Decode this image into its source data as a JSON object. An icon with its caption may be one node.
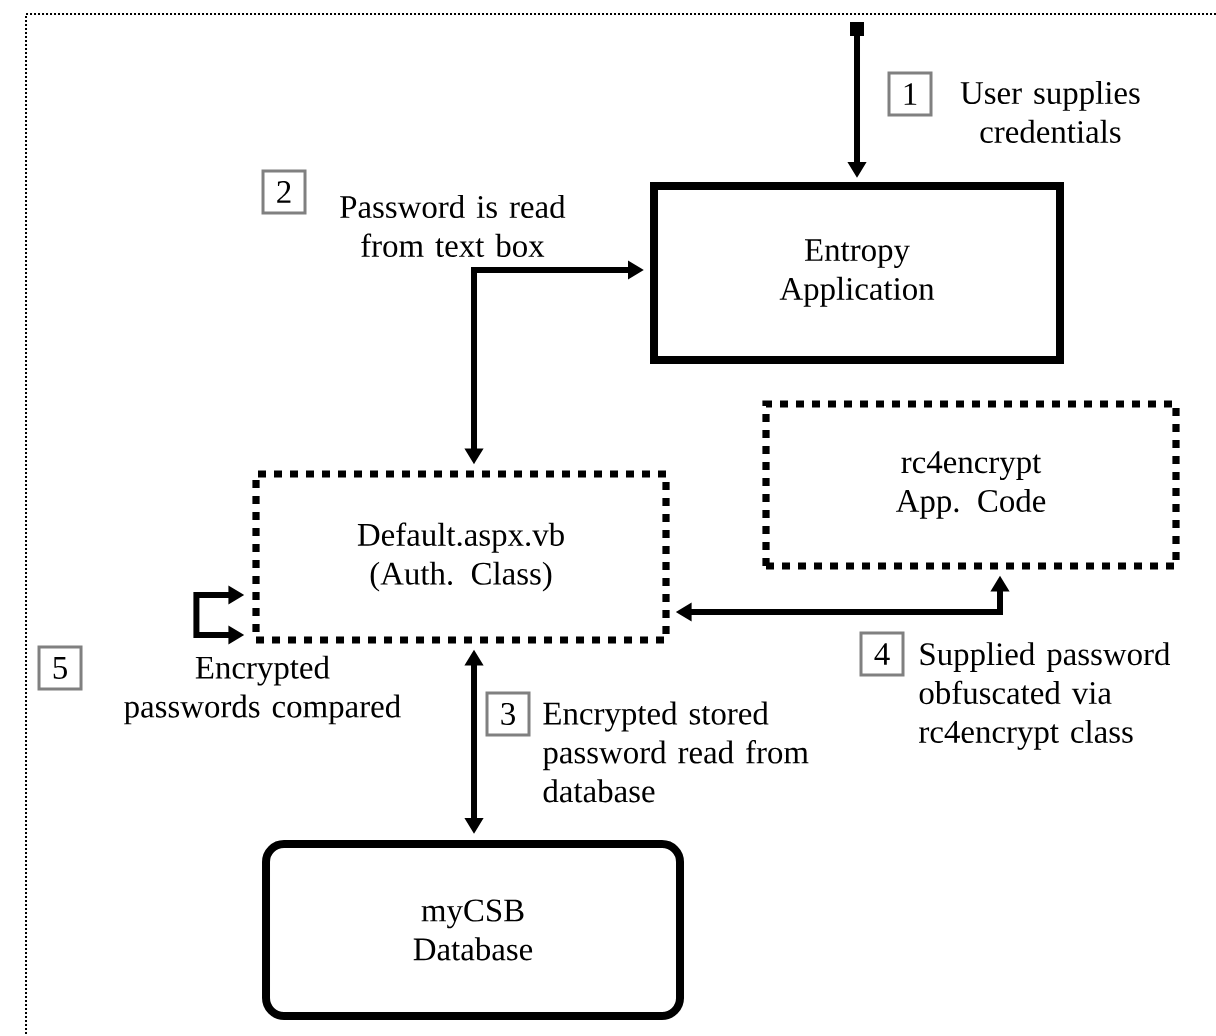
{
  "diagram": {
    "nodes": [
      {
        "text": [
          "Entropy Application"
        ]
      },
      {
        "text": [
          "rc4encrypt App. Code"
        ]
      },
      {
        "text": [
          "Default.aspx.vb (Auth. Class)"
        ]
      },
      {
        "text": [
          "myCSB Database"
        ]
      }
    ],
    "edges": [
      {
        "from": null,
        "to": 0,
        "arrow": "to",
        "label": "User supplies credentials"
      },
      {
        "from": 2,
        "to": 0,
        "arrow": "both",
        "label": "Password is read from text box"
      },
      {
        "from": 2,
        "to": 3,
        "arrow": "both",
        "label": "Encrypted stored password read from database"
      },
      {
        "from": 2,
        "to": 1,
        "arrow": "both",
        "label": "Supplied password obfuscated via rc4encrypt class"
      },
      {
        "from": 2,
        "to": 2,
        "arrow": "both",
        "label": "Encrypted passwords compared"
      }
    ],
    "labels": [
      "1",
      "2",
      "3",
      "4",
      "5"
    ]
  }
}
